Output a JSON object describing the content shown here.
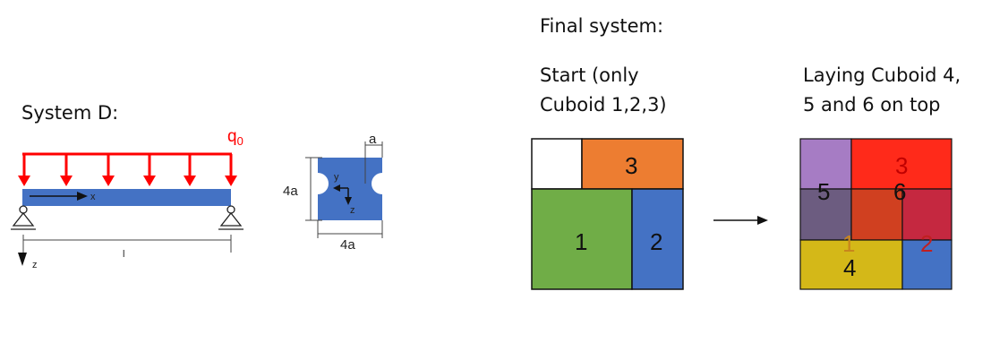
{
  "system_d": {
    "title": "System D:",
    "load_label": "q",
    "load_subscript": "0",
    "x_label": "x",
    "z_label": "z",
    "length_label": "l",
    "load_color": "#ff0000",
    "beam_color": "#4472c4"
  },
  "cross_section": {
    "height_label": "4a",
    "width_label": "4a",
    "hole_label": "a",
    "y_label": "y",
    "z_label": "z"
  },
  "final_system": {
    "title": "Final system:",
    "start_caption_line1": "Start (only",
    "start_caption_line2": "Cuboid 1,2,3)",
    "laying_caption_line1": "Laying Cuboid 4,",
    "laying_caption_line2": "5 and 6 on top",
    "start_cuboids": [
      {
        "label": "1",
        "color": "#70ad47"
      },
      {
        "label": "2",
        "color": "#4472c4"
      },
      {
        "label": "3",
        "color": "#ed7d31"
      }
    ],
    "final_cuboids": [
      {
        "label": "1",
        "color": "#d04020"
      },
      {
        "label": "2",
        "color": "#4472c4"
      },
      {
        "label": "3",
        "color": "#ff2a1a"
      },
      {
        "label": "4",
        "color": "#d4b818"
      },
      {
        "label": "5",
        "color": "#a67cc4"
      },
      {
        "label": "6",
        "color": "#c52840"
      }
    ]
  }
}
